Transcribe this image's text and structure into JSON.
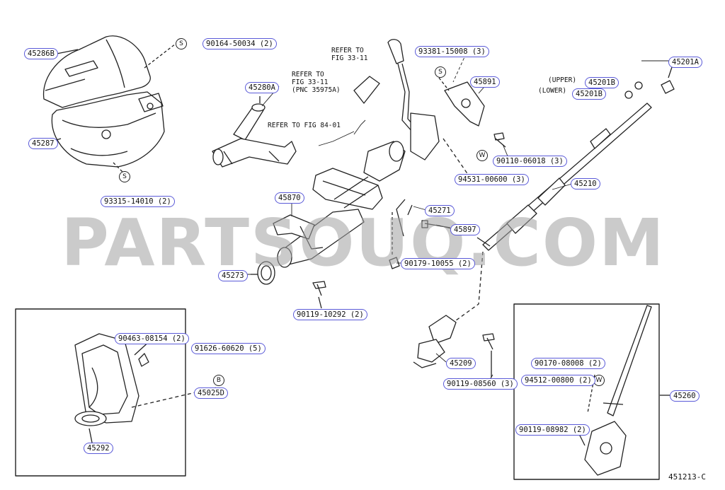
{
  "diagram": {
    "figure_number": "451213-C",
    "watermark": "PARTSOUQ.COM",
    "callouts": {
      "c45286B": "45286B",
      "c90164": "90164-50034 (2)",
      "c45287": "45287",
      "c93315": "93315-14010 (2)",
      "c45280A": "45280A",
      "c45870": "45870",
      "c45273": "45273",
      "c90119_10292": "90119-10292 (2)",
      "c93381": "93381-15008 (3)",
      "c45891": "45891",
      "c90110": "90110-06018 (3)",
      "c94531": "94531-00600 (3)",
      "c45271": "45271",
      "c45897": "45897",
      "c90179": "90179-10055 (2)",
      "c45201B_upper": "45201B",
      "c45201B_lower": "45201B",
      "c45201A": "45201A",
      "c45210": "45210",
      "c45209": "45209",
      "c90119_08560": "90119-08560 (3)",
      "c90463": "90463-08154 (2)",
      "c91626": "91626-60620 (5)",
      "c45025D": "45025D",
      "c45292": "45292",
      "c90170": "90170-08008 (2)",
      "c94512": "94512-00800 (2)",
      "c90119_08982": "90119-08982 (2)",
      "c45260": "45260"
    },
    "notes": {
      "refer_33_11": "REFER TO\nFIG 33-11",
      "refer_33_11_pnc": "REFER TO\nFIG 33-11\n(PNC 35975A)",
      "refer_84_01": "REFER TO FIG 84-01",
      "upper": "(UPPER)",
      "lower": "(LOWER)"
    },
    "symbols": {
      "s": "S",
      "w": "W",
      "b": "B"
    }
  }
}
